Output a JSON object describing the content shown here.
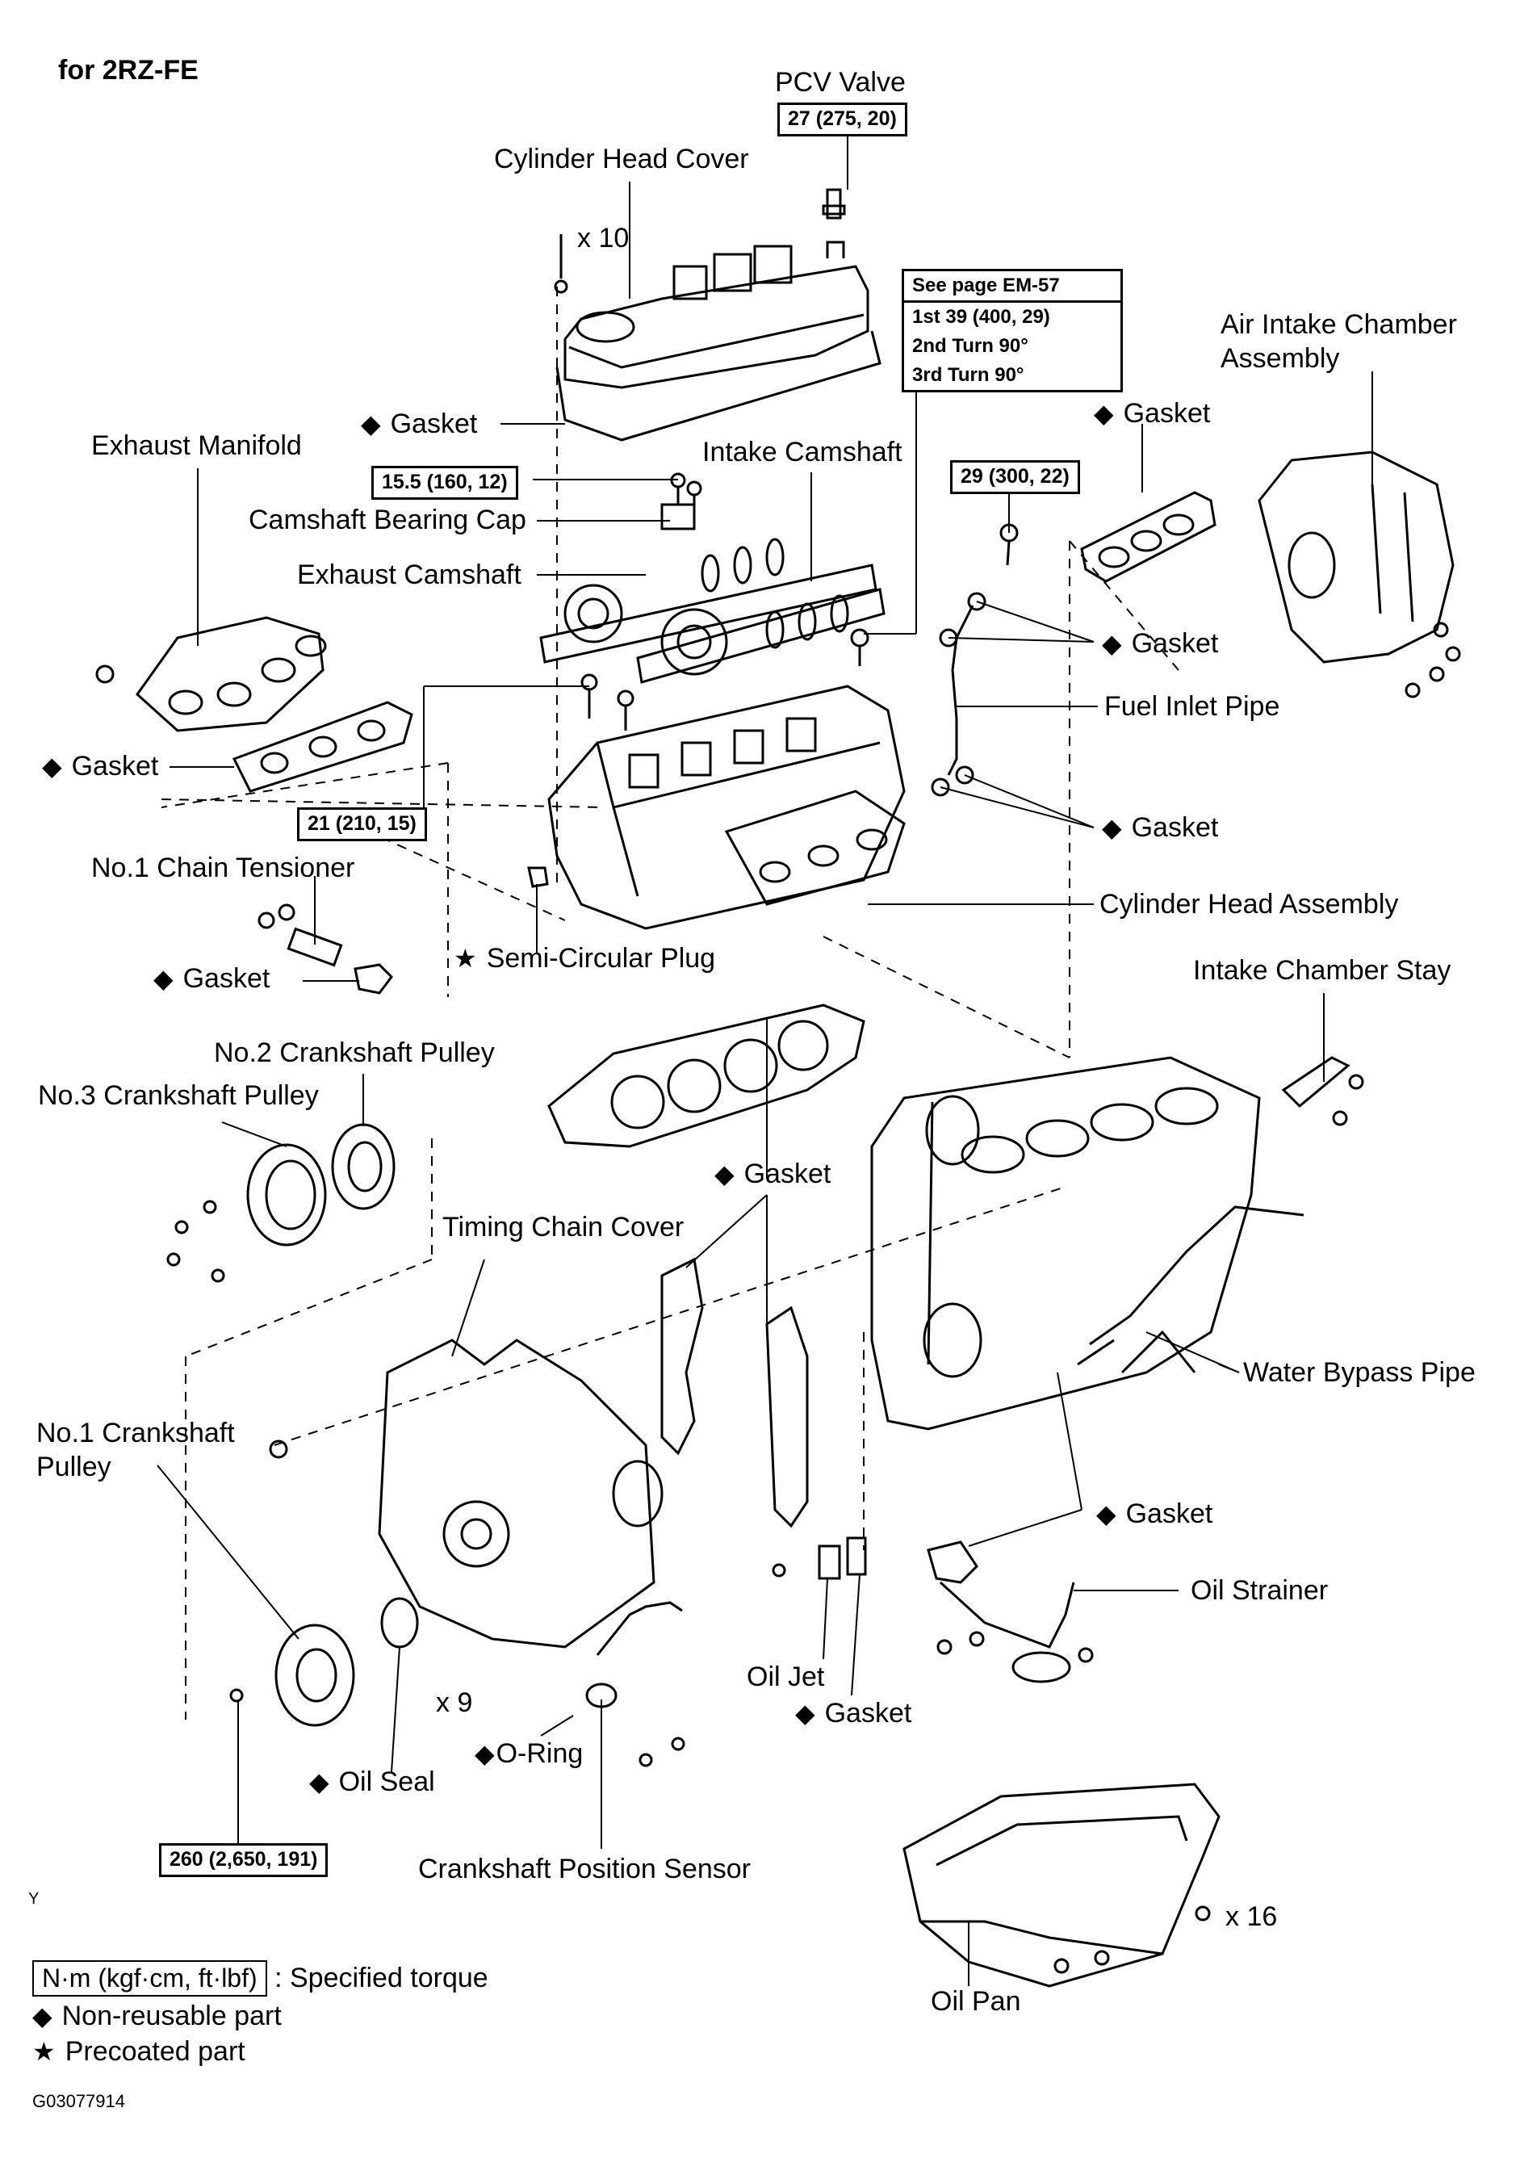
{
  "heading": "for 2RZ-FE",
  "labels": {
    "pcv_valve": "PCV Valve",
    "cylinder_head_cover": "Cylinder Head Cover",
    "x10": "x 10",
    "gasket_cover": "Gasket",
    "exhaust_manifold": "Exhaust Manifold",
    "intake_camshaft": "Intake Camshaft",
    "camshaft_bearing_cap": "Camshaft Bearing Cap",
    "exhaust_camshaft": "Exhaust Camshaft",
    "air_intake_chamber": "Air Intake Chamber",
    "assembly": "Assembly",
    "gasket_intake": "Gasket",
    "gasket_fuel_upper": "Gasket",
    "fuel_inlet_pipe": "Fuel Inlet Pipe",
    "gasket_exhaust": "Gasket",
    "gasket_fuel_lower": "Gasket",
    "no1_chain_tensioner": "No.1 Chain Tensioner",
    "cylinder_head_assembly": "Cylinder Head Assembly",
    "semi_circular_plug": "Semi-Circular Plug",
    "gasket_tensioner": "Gasket",
    "intake_chamber_stay": "Intake Chamber Stay",
    "no2_crankshaft_pulley": "No.2 Crankshaft Pulley",
    "no3_crankshaft_pulley": "No.3 Crankshaft Pulley",
    "gasket_head": "Gasket",
    "timing_chain_cover": "Timing Chain Cover",
    "water_bypass_pipe": "Water Bypass Pipe",
    "no1_crankshaft": "No.1 Crankshaft",
    "pulley": "Pulley",
    "gasket_strainer": "Gasket",
    "oil_strainer": "Oil Strainer",
    "oil_jet": "Oil Jet",
    "gasket_oil_jet": "Gasket",
    "x9": "x 9",
    "o_ring": "O-Ring",
    "oil_seal": "Oil Seal",
    "crankshaft_position_sensor": "Crankshaft Position Sensor",
    "x16": "x 16",
    "oil_pan": "Oil Pan",
    "corner_y": "Y"
  },
  "torques": {
    "pcv": "27 (275, 20)",
    "bearing_cap": "15.5 (160, 12)",
    "fuel_union": "29 (300, 22)",
    "manifold": "21 (210, 15)",
    "crank_bolt": "260 (2,650, 191)"
  },
  "head_bolt_box": {
    "line1": "See page EM-57",
    "line2": "1st 39 (400, 29)",
    "line3": "2nd Turn 90°",
    "line4": "3rd Turn 90°"
  },
  "symbols": {
    "non_reusable": "◆",
    "precoated": "★"
  },
  "legend": {
    "torque_key": "N·m (kgf·cm, ft·lbf)",
    "torque_desc": ": Specified torque",
    "non_reusable": "Non-reusable part",
    "precoated": "Precoated part"
  },
  "figure_id": "G03077914"
}
